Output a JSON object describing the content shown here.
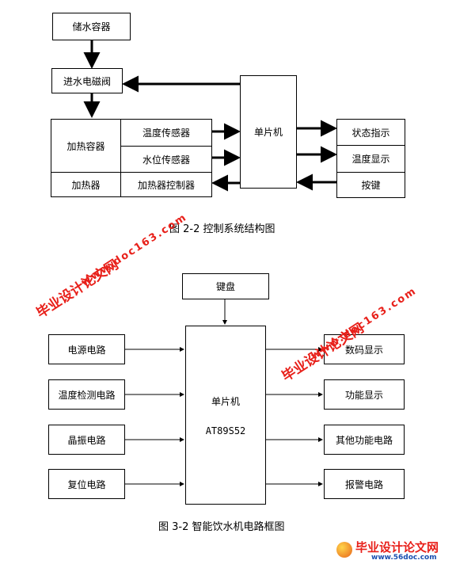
{
  "fig1": {
    "water_tank": "储水容器",
    "inlet_valve": "进水电磁阀",
    "heating_tank": "加热容器",
    "temp_sensor": "温度传感器",
    "level_sensor": "水位传感器",
    "heater": "加热器",
    "heater_controller": "加热器控制器",
    "mcu": "单片机",
    "status_indicator": "状态指示",
    "temp_display": "温度显示",
    "keys": "按键",
    "caption": "图 2-2 控制系统结构图"
  },
  "fig2": {
    "keyboard": "键盘",
    "power": "电源电路",
    "temp_detect": "温度检测电路",
    "crystal": "晶振电路",
    "reset": "复位电路",
    "mcu": "单片机",
    "mcu_model": "AT89S52",
    "digit_display": "数码显示",
    "func_display": "功能显示",
    "other_func": "其他功能电路",
    "alarm": "报警电路",
    "caption": "图 3-2   智能饮水机电路框图"
  },
  "watermark": {
    "cn": "毕业设计论文网",
    "url": "www.doc163.com",
    "logo_cn": "毕业设计论文网",
    "logo_url": "www.56doc.com"
  },
  "colors": {
    "watermark": "#e8201a",
    "logo_url": "#1a4fb0",
    "line": "#000000"
  }
}
